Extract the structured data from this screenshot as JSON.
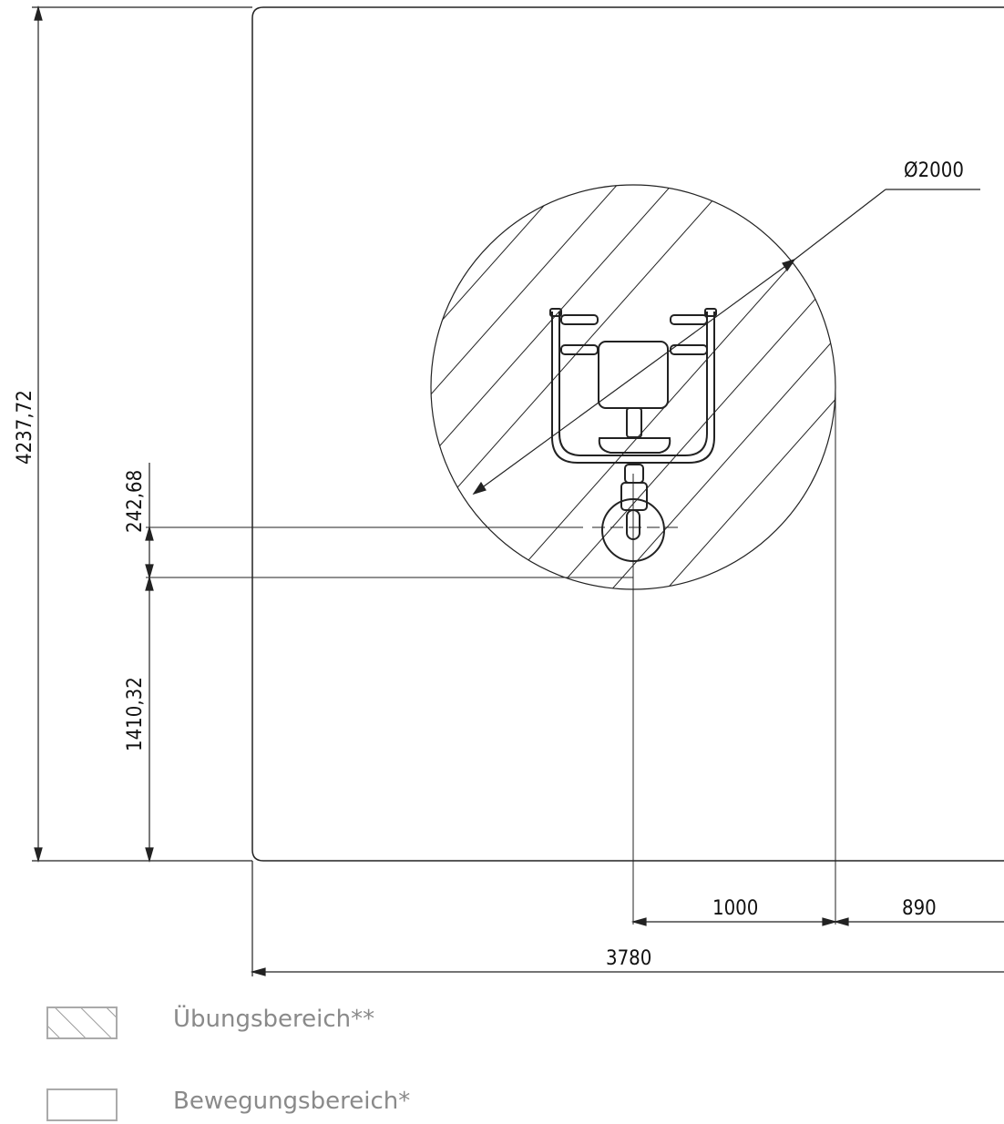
{
  "dimensions": {
    "height_total": "4237,72",
    "offset_upper": "242,68",
    "offset_lower": "1410,32",
    "diameter": "Ø2000",
    "radius_offset": "1000",
    "side_offset": "890",
    "width_total": "3780"
  },
  "legend": {
    "exercise_area": "Übungsbereich**",
    "movement_area": "Bewegungsbereich*"
  }
}
